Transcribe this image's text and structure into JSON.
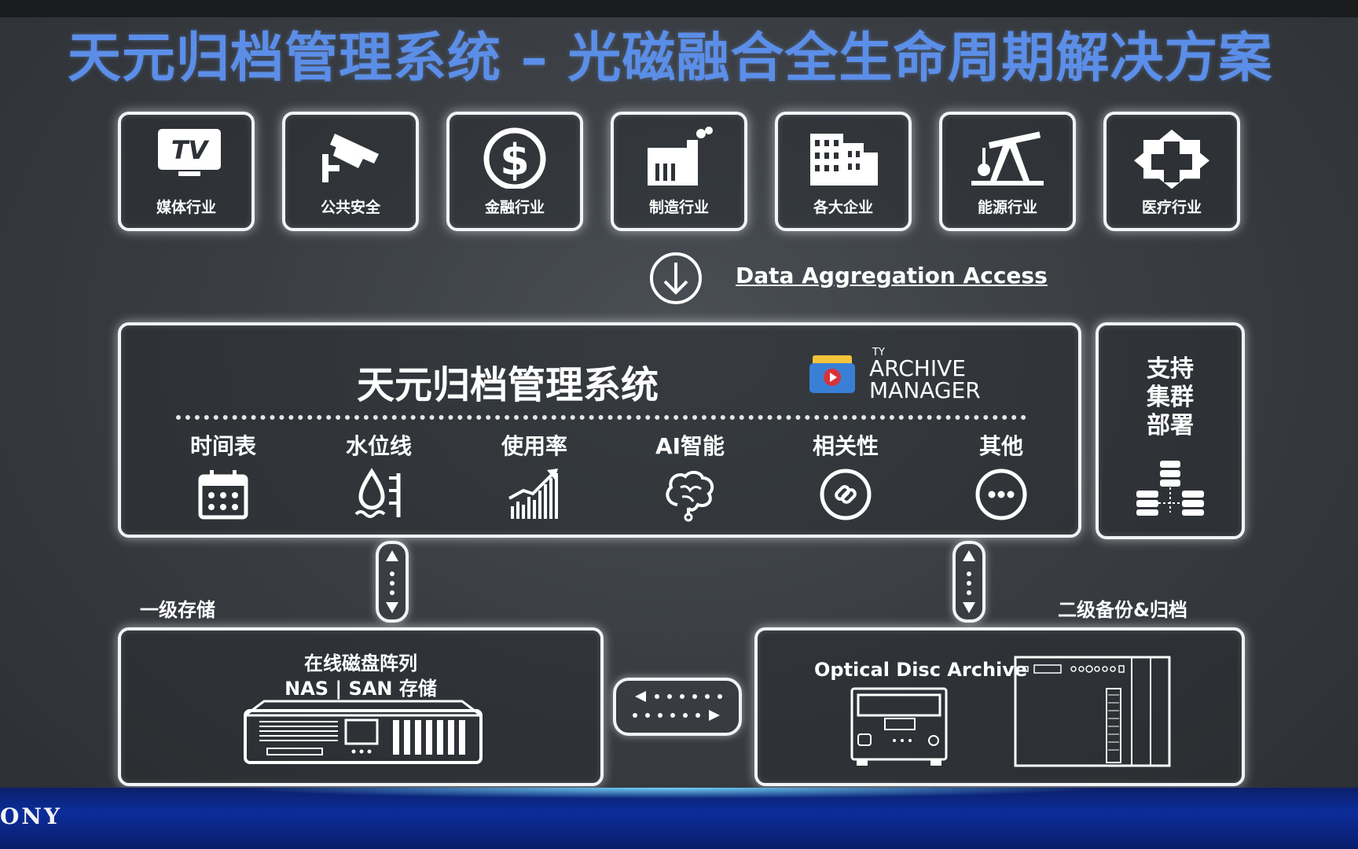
{
  "title": "天元归档管理系统 – 光磁融合全生命周期解决方案",
  "industries": [
    {
      "label": "媒体行业",
      "icon": "tv-icon"
    },
    {
      "label": "公共安全",
      "icon": "security-camera-icon"
    },
    {
      "label": "金融行业",
      "icon": "dollar-icon"
    },
    {
      "label": "制造行业",
      "icon": "factory-icon"
    },
    {
      "label": "各大企业",
      "icon": "buildings-icon"
    },
    {
      "label": "能源行业",
      "icon": "oil-pump-icon"
    },
    {
      "label": "医疗行业",
      "icon": "medical-cross-icon"
    }
  ],
  "tv_icon_text": "TV",
  "aggregation": {
    "label": "Data Aggregation Access",
    "icon": "down-arrow-circle-icon"
  },
  "system": {
    "name": "天元归档管理系统",
    "logo": {
      "small": "TY",
      "line1": "ARCHIVE",
      "line2": "MANAGER"
    },
    "features": [
      {
        "label": "时间表",
        "icon": "calendar-icon"
      },
      {
        "label": "水位线",
        "icon": "water-level-icon"
      },
      {
        "label": "使用率",
        "icon": "usage-chart-icon"
      },
      {
        "label": "AI智能",
        "icon": "brain-icon"
      },
      {
        "label": "相关性",
        "icon": "link-icon"
      },
      {
        "label": "其他",
        "icon": "more-icon"
      }
    ]
  },
  "cluster": {
    "line1": "支持",
    "line2": "集群",
    "line3": "部署",
    "icon": "cluster-icon"
  },
  "primary": {
    "section_label": "一级存储",
    "title1": "在线磁盘阵列",
    "title2": "NAS | SAN 存储"
  },
  "secondary": {
    "section_label": "二级备份&归档",
    "title": "Optical Disc Archive"
  },
  "footer": {
    "brand": "ONY"
  },
  "colors": {
    "title": "#5b8ee8",
    "box_border": "#f2f4f7",
    "footer": "#0b2d9a"
  }
}
